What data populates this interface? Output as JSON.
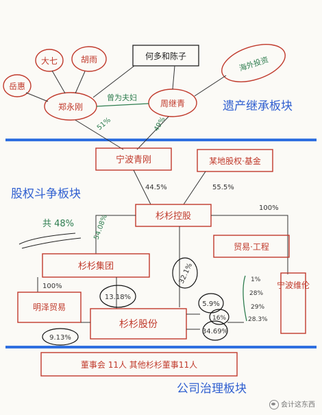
{
  "nodes": {
    "famille_1": "岳惠",
    "famille_2": "大七",
    "famille_3": "胡雨",
    "fan": "何多和陈子",
    "zheng": "郑永刚",
    "zhou": "周继青",
    "zhou_rel": "曾为夫妇",
    "overseas": "海外投资",
    "ningbo_qing": "宁波青刚",
    "fund": "某地股权·基金",
    "holding": "杉杉控股",
    "group": "杉杉集团",
    "fin": "贸易·工程",
    "hengzhou": "明泽贸易",
    "shares": "杉杉股份",
    "board": "董事会 11人 其他杉杉董事11人",
    "ningbo_right": "宁波维伦"
  },
  "labels": {
    "b1": "遗产继承板块",
    "b2": "股权斗争板块",
    "b3": "公司治理板块",
    "cross": "共 48%",
    "p51": "51%",
    "p49": "49%",
    "p445": "44.5%",
    "p555": "55.5%",
    "p100a": "100%",
    "p5408": "54.08%",
    "p321": "32.1%",
    "p100b": "100%",
    "p1318": "13.18%",
    "p913": "9.13%",
    "p59": "5.9%",
    "p165": "16%",
    "p3469": "34.69%",
    "s1": "1%",
    "s2": "28%",
    "s3": "29%",
    "s4": "28.3%",
    "watermark": "会计这东西"
  }
}
